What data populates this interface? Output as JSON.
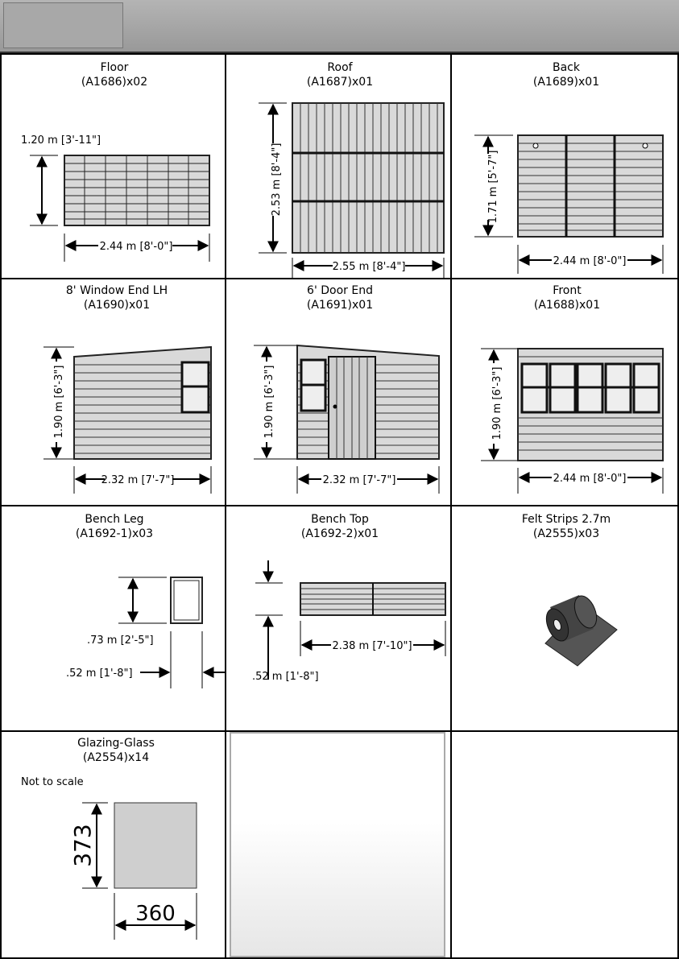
{
  "sheet": {
    "parts": [
      {
        "title": "Floor",
        "code": "(A1686)x02",
        "dims": [
          "1.20 m [3'-11\"]",
          "2.44 m [8'-0\"]"
        ]
      },
      {
        "title": "Roof",
        "code": "(A1687)x01",
        "dims": [
          "2.53 m [8'-4\"]",
          "2.55 m [8'-4\"]"
        ]
      },
      {
        "title": "Back",
        "code": "(A1689)x01",
        "dims": [
          "1.71 m [5'-7\"]",
          "2.44 m [8'-0\"]"
        ]
      },
      {
        "title": "8' Window End LH",
        "code": "(A1690)x01",
        "dims": [
          "1.90 m [6'-3\"]",
          "2.32 m [7'-7\"]"
        ]
      },
      {
        "title": "6' Door End",
        "code": "(A1691)x01",
        "dims": [
          "1.90 m [6'-3\"]",
          "2.32 m [7'-7\"]"
        ]
      },
      {
        "title": "Front",
        "code": "(A1688)x01",
        "dims": [
          "1.90 m [6'-3\"]",
          "2.44 m [8'-0\"]"
        ]
      },
      {
        "title": "Bench Leg",
        "code": "(A1692-1)x03",
        "dims": [
          ".73 m [2'-5\"]",
          ".52 m [1'-8\"]"
        ]
      },
      {
        "title": "Bench Top",
        "code": "(A1692-2)x01",
        "dims": [
          "2.38 m [7'-10\"]",
          ".52 m [1'-8\"]"
        ]
      },
      {
        "title": "Felt Strips 2.7m",
        "code": "(A2555)x03",
        "dims": []
      },
      {
        "title": "Glazing-Glass",
        "code": "(A2554)x14",
        "dims": [
          "373",
          "360"
        ],
        "note": "Not to scale"
      }
    ]
  },
  "colors": {
    "panel_fill": "#d9d9d9",
    "line": "#222222",
    "header": "#a8a8a8"
  }
}
